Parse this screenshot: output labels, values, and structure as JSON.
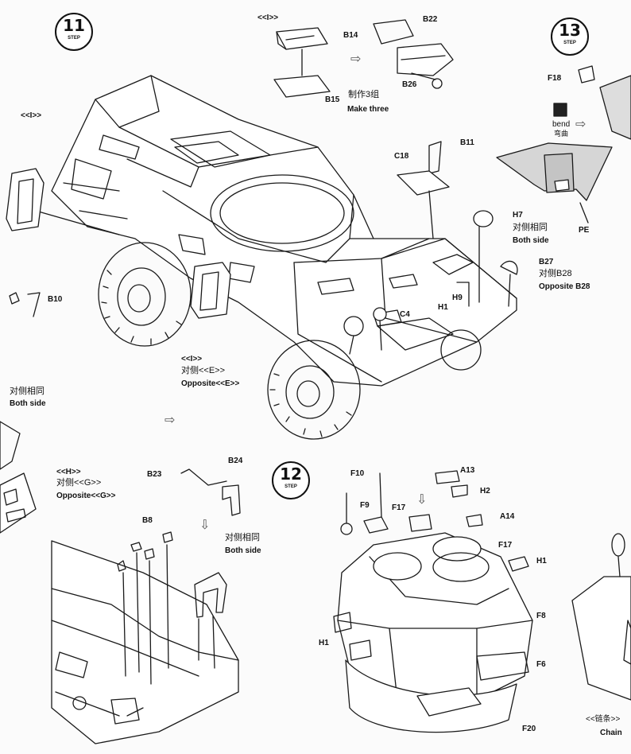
{
  "steps": {
    "s11": {
      "number": "11",
      "word": "STEP"
    },
    "s12": {
      "number": "12",
      "word": "STEP"
    },
    "s13": {
      "number": "13",
      "word": "STEP"
    }
  },
  "labels": {
    "I_top": "<<I>>",
    "I_left": "<<I>>",
    "I_bottom": "<<I>>",
    "opp_cn_E": "对侧<<E>>",
    "opp_en_E": "Opposite<<E>>",
    "B14": "B14",
    "B15": "B15",
    "make_three_cn": "制作3组",
    "make_three_en": "Make three",
    "B22": "B22",
    "B26": "B26",
    "B11": "B11",
    "C18": "C18",
    "H7": "H7",
    "both_cn_1": "对侧相同",
    "both_en_1": "Both side",
    "B27": "B27",
    "opp_cn_B28": "对侧B28",
    "opp_en_B28": "Opposite B28",
    "H9": "H9",
    "H1_a": "H1",
    "C4": "C4",
    "B10": "B10",
    "both_cn_left": "对侧相同",
    "both_en_left": "Both side",
    "F18": "F18",
    "bend_en": "bend",
    "bend_cn": "弯曲",
    "PE": "PE",
    "H_label": "<<H>>",
    "opp_cn_G": "对侧<<G>>",
    "opp_en_G": "Opposite<<G>>",
    "B23": "B23",
    "B24": "B24",
    "B8": "B8",
    "both_cn_2": "对侧相同",
    "both_en_2": "Both side",
    "F10": "F10",
    "F9": "F9",
    "F17_a": "F17",
    "A13": "A13",
    "H2": "H2",
    "A14": "A14",
    "F17_b": "F17",
    "H1_b": "H1",
    "H1_c": "H1",
    "F8": "F8",
    "F6": "F6",
    "F20": "F20",
    "chain_cn": "<<链条>>",
    "chain_en": "Chain"
  },
  "arrows": {
    "glyph": "⇨",
    "glyph_down": "⇩"
  }
}
